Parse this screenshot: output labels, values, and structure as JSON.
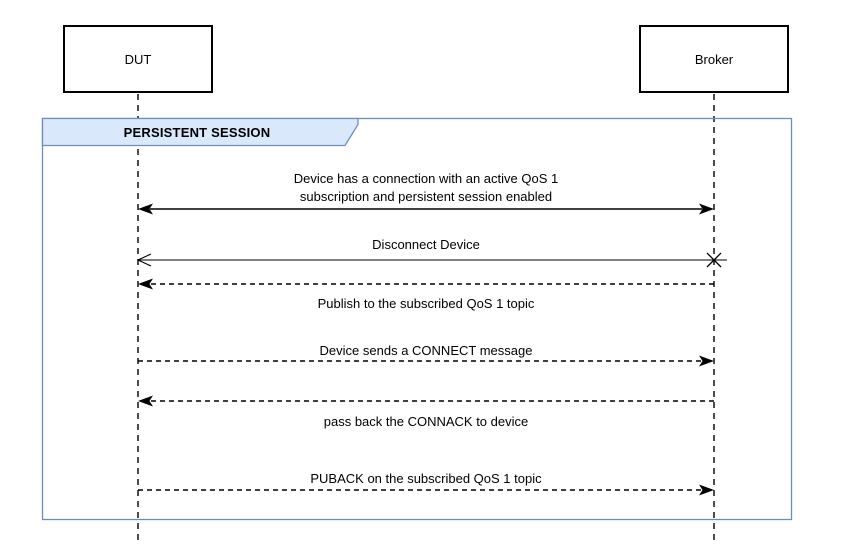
{
  "diagram": {
    "type": "uml-sequence",
    "actors": [
      {
        "name": "DUT"
      },
      {
        "name": "Broker"
      }
    ],
    "frame": {
      "title": "PERSISTENT SESSION"
    },
    "messages": [
      {
        "id": 1,
        "lines": [
          "Device has a connection with an active QoS 1",
          "subscription and persistent session enabled"
        ],
        "direction": "bidirectional",
        "line_style": "solid",
        "arrowhead": "filled",
        "label_position": "above"
      },
      {
        "id": 2,
        "lines": [
          "Disconnect Device"
        ],
        "direction": "broker-to-dut",
        "line_style": "solid",
        "arrowhead": "open",
        "end_marker": "x-cross-at-broker-lifeline",
        "label_position": "above"
      },
      {
        "id": 3,
        "lines": [
          "Publish to the subscribed QoS 1 topic"
        ],
        "direction": "broker-to-dut",
        "line_style": "dashed",
        "arrowhead": "filled",
        "label_position": "below"
      },
      {
        "id": 4,
        "lines": [
          "Device sends a CONNECT message"
        ],
        "direction": "dut-to-broker",
        "line_style": "dashed",
        "arrowhead": "filled",
        "label_position": "above"
      },
      {
        "id": 5,
        "lines": [
          "pass back the CONNACK to device"
        ],
        "direction": "broker-to-dut",
        "line_style": "dashed",
        "arrowhead": "filled",
        "label_position": "below"
      },
      {
        "id": 6,
        "lines": [
          "PUBACK on the subscribed QoS 1 topic"
        ],
        "direction": "dut-to-broker",
        "line_style": "dashed",
        "arrowhead": "filled",
        "label_position": "above"
      }
    ],
    "colors": {
      "frame_fill": "#dae8fc",
      "frame_stroke": "#6c8ebf",
      "line_color": "#000000",
      "background": "#ffffff"
    }
  }
}
